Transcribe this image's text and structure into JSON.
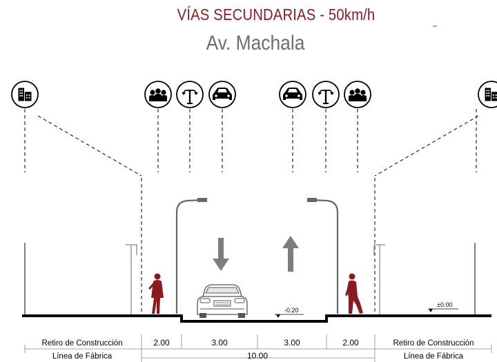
{
  "title": "VÍAS SECUNDARIAS - 50km/h",
  "subtitle": "Av. Machala",
  "levels": {
    "roadway": "-0.20",
    "sidewalk": "±0.00"
  },
  "dimensions": {
    "left_label_top": "Retiro de Construcción",
    "left_label_bottom": "Línea de Fábrica",
    "right_label_top": "Retiro de Construcción",
    "right_label_bottom": "Línea de Fábrica",
    "segments": [
      "2.00",
      "3.00",
      "3.00",
      "2.00"
    ],
    "total": "10.00"
  },
  "icons": [
    "building-icon",
    "pedestrians-icon",
    "streetlight-icon",
    "car-icon",
    "car-icon",
    "streetlight-icon",
    "pedestrians-icon",
    "building-icon"
  ],
  "colors": {
    "title": "#8b1a1f",
    "pedestrian": "#8b1a1f",
    "arrow": "#7d7d7d",
    "ground": "#000000"
  },
  "traffic": {
    "left_lane_direction": "down",
    "right_lane_direction": "up"
  }
}
